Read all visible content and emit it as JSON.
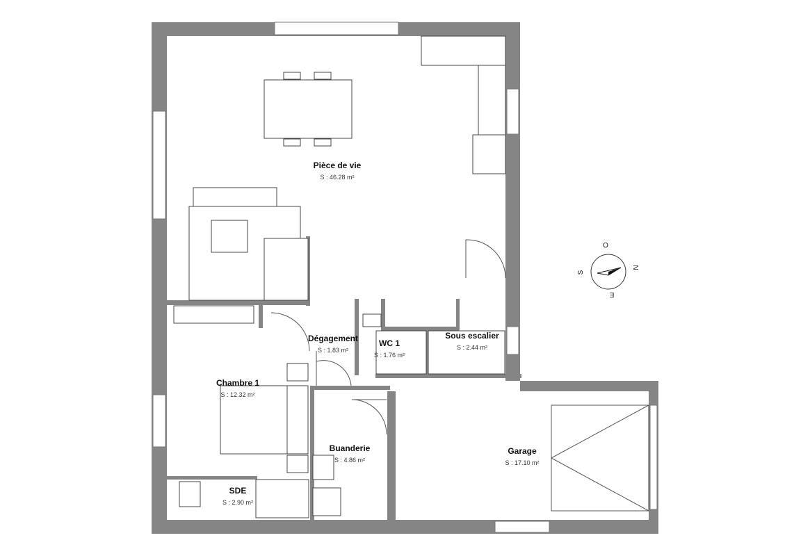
{
  "rooms": {
    "piece_de_vie": {
      "name": "Pièce de vie",
      "area": "S : 46.28 m²"
    },
    "chambre_1": {
      "name": "Chambre 1",
      "area": "S : 12.32 m²"
    },
    "degagement": {
      "name": "Dégagement",
      "area": "S : 1.83 m²"
    },
    "wc_1": {
      "name": "WC 1",
      "area": "S : 1.76 m²"
    },
    "sous_escalier": {
      "name": "Sous escalier",
      "area": "S : 2.44 m²"
    },
    "buanderie": {
      "name": "Buanderie",
      "area": "S : 4.86 m²"
    },
    "sde": {
      "name": "SDE",
      "area": "S : 2.90 m²"
    },
    "garage": {
      "name": "Garage",
      "area": "S : 17.10 m²"
    }
  },
  "compass": {
    "north": "N",
    "south": "S",
    "east": "E",
    "west": "O"
  },
  "colors": {
    "wall": "#858585"
  }
}
